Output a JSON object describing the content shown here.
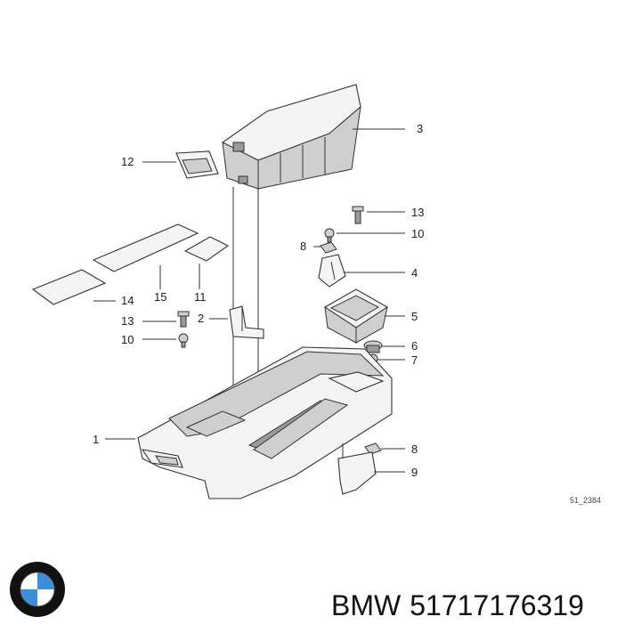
{
  "diagram": {
    "drawing_code": "51_2384",
    "callouts": [
      {
        "id": "1",
        "text": "1"
      },
      {
        "id": "2",
        "text": "2"
      },
      {
        "id": "3",
        "text": "3"
      },
      {
        "id": "4",
        "text": "4"
      },
      {
        "id": "5",
        "text": "5"
      },
      {
        "id": "6",
        "text": "6"
      },
      {
        "id": "7",
        "text": "7"
      },
      {
        "id": "8a",
        "text": "8"
      },
      {
        "id": "8b",
        "text": "8"
      },
      {
        "id": "9",
        "text": "9"
      },
      {
        "id": "10a",
        "text": "10"
      },
      {
        "id": "10b",
        "text": "10"
      },
      {
        "id": "11",
        "text": "11"
      },
      {
        "id": "12",
        "text": "12"
      },
      {
        "id": "13a",
        "text": "13"
      },
      {
        "id": "13b",
        "text": "13"
      },
      {
        "id": "14",
        "text": "14"
      },
      {
        "id": "15",
        "text": "15"
      }
    ]
  },
  "footer": {
    "brand": "BMW",
    "part_number": "51717176319",
    "logo_letters": "BMW",
    "logo_colors": {
      "blue": "#3b8fd9",
      "ring": "#111111",
      "white": "#ffffff"
    }
  }
}
